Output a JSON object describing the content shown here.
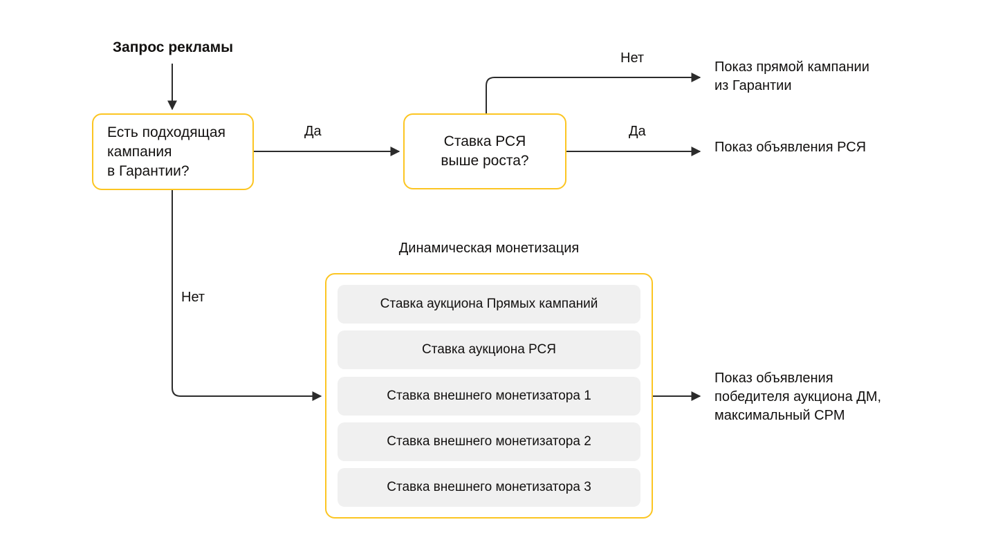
{
  "diagram": {
    "entry": {
      "label": "Запрос рекламы"
    },
    "nodes": {
      "q1": {
        "text": "Есть подходящая\nкампания\nв Гарантии?"
      },
      "q2": {
        "text": "Ставка РСЯ\nвыше роста?"
      }
    },
    "edge_labels": {
      "q1_yes": "Да",
      "q1_no": "Нет",
      "q2_no": "Нет",
      "q2_yes": "Да"
    },
    "dynamic_monetization": {
      "title": "Динамическая монетизация",
      "items": [
        "Ставка аукциона Прямых кампаний",
        "Ставка аукциона РСЯ",
        "Ставка внешнего монетизатора 1",
        "Ставка внешнего монетизатора 2",
        "Ставка внешнего монетизатора 3"
      ]
    },
    "outcomes": {
      "guarantee": "Показ прямой кампании\nиз Гарантии",
      "rsya": "Показ объявления РСЯ",
      "dm_winner": "Показ объявления\nпобедителя аукциона ДМ,\nмаксимальный CPM"
    },
    "colors": {
      "accent_border": "#fcc521",
      "chip_background": "#f0f0f0",
      "connector": "#2b2b2b",
      "text": "#12100f",
      "canvas": "#ffffff"
    }
  }
}
